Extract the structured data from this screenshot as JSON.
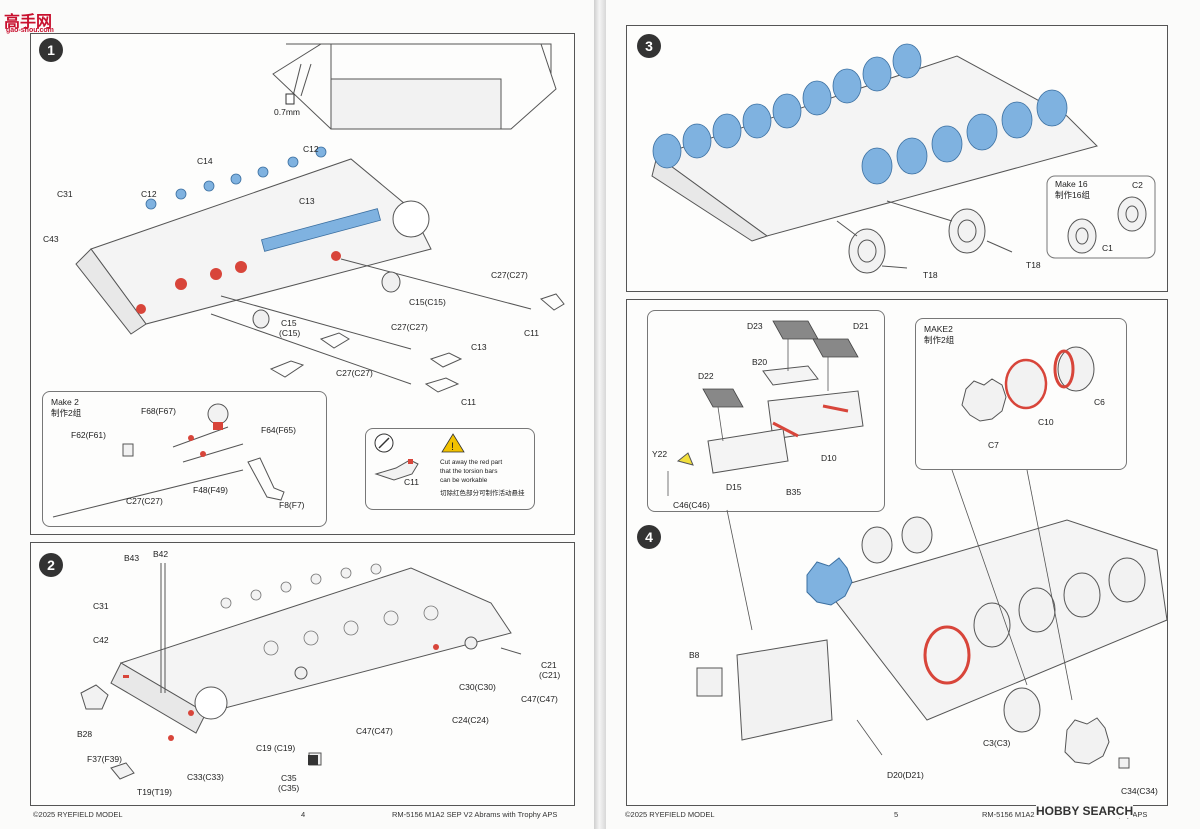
{
  "watermark_left": {
    "brand": "高手网",
    "url": "gao-shou.com"
  },
  "watermark_right": "HOBBY SEARCH",
  "footer": {
    "left_copyright": "©2025 RYEFIELD MODEL",
    "left_page": "4",
    "left_product": "RM-5156 M1A2 SEP V2 Abrams with Trophy APS",
    "right_copyright": "©2025 RYEFIELD MODEL",
    "right_page": "5",
    "right_product": "RM-5156 M1A2 SEP V2 Abrams with Trophy APS"
  },
  "steps": [
    {
      "number": "1",
      "labels": {
        "drill": "0.7mm",
        "c14": "C14",
        "c12a": "C12",
        "c12b": "C12",
        "c13": "C13",
        "c31": "C31",
        "c43": "C43",
        "c15a": "C15",
        "c15b": "(C15)",
        "c15c": "C15(C15)",
        "c27a": "C27(C27)",
        "c27b": "C27(C27)",
        "c27c": "C27(C27)",
        "c11a": "C11",
        "c13b": "C13",
        "c11b": "C11"
      },
      "make_box": {
        "title": "Make 2",
        "title_cn": "制作2组",
        "labels": {
          "f68": "F68(F67)",
          "f62": "F62(F61)",
          "f64": "F64(F65)",
          "f48": "F48(F49)",
          "c27": "C27(C27)",
          "f8": "F8(F7)"
        }
      },
      "note_box": {
        "part": "C11",
        "line1": "Cut away the red part",
        "line2": "that the torsion bars",
        "line3": "can be workable",
        "cn": "切除红色部分可制作活动悬挂"
      }
    },
    {
      "number": "2",
      "labels": {
        "b43": "B43",
        "b42": "B42",
        "c31": "C31",
        "c42": "C42",
        "b28": "B28",
        "c21a": "C21",
        "c21b": "(C21)",
        "c30": "C30(C30)",
        "c47a": "C47(C47)",
        "c24": "C24(C24)",
        "c47b": "C47(C47)",
        "c19": "C19 (C19)",
        "f37": "F37(F39)",
        "c33": "C33(C33)",
        "t19": "T19(T19)",
        "c35a": "C35",
        "c35b": "(C35)"
      }
    },
    {
      "number": "3",
      "labels": {
        "make": "Make 16",
        "make_cn": "制作16组",
        "c2": "C2",
        "c1": "C1",
        "t18a": "T18",
        "t18b": "T18"
      }
    },
    {
      "number": "4",
      "labels": {
        "d23": "D23",
        "d21": "D21",
        "b20": "B20",
        "d22": "D22",
        "y22": "Y22",
        "d10": "D10",
        "d15": "D15",
        "b35": "B35",
        "c46": "C46(C46)",
        "make": "MAKE2",
        "make_cn": "制作2组",
        "c6": "C6",
        "c10": "C10",
        "c7": "C7",
        "b8": "B8",
        "c3": "C3(C3)",
        "d20": "D20(D21)",
        "c34": "C34(C34)"
      }
    }
  ],
  "colors": {
    "blue_parts": "#7fb2e0",
    "red_parts": "#d8453a",
    "line": "#555555",
    "warning": "#f2c200"
  }
}
